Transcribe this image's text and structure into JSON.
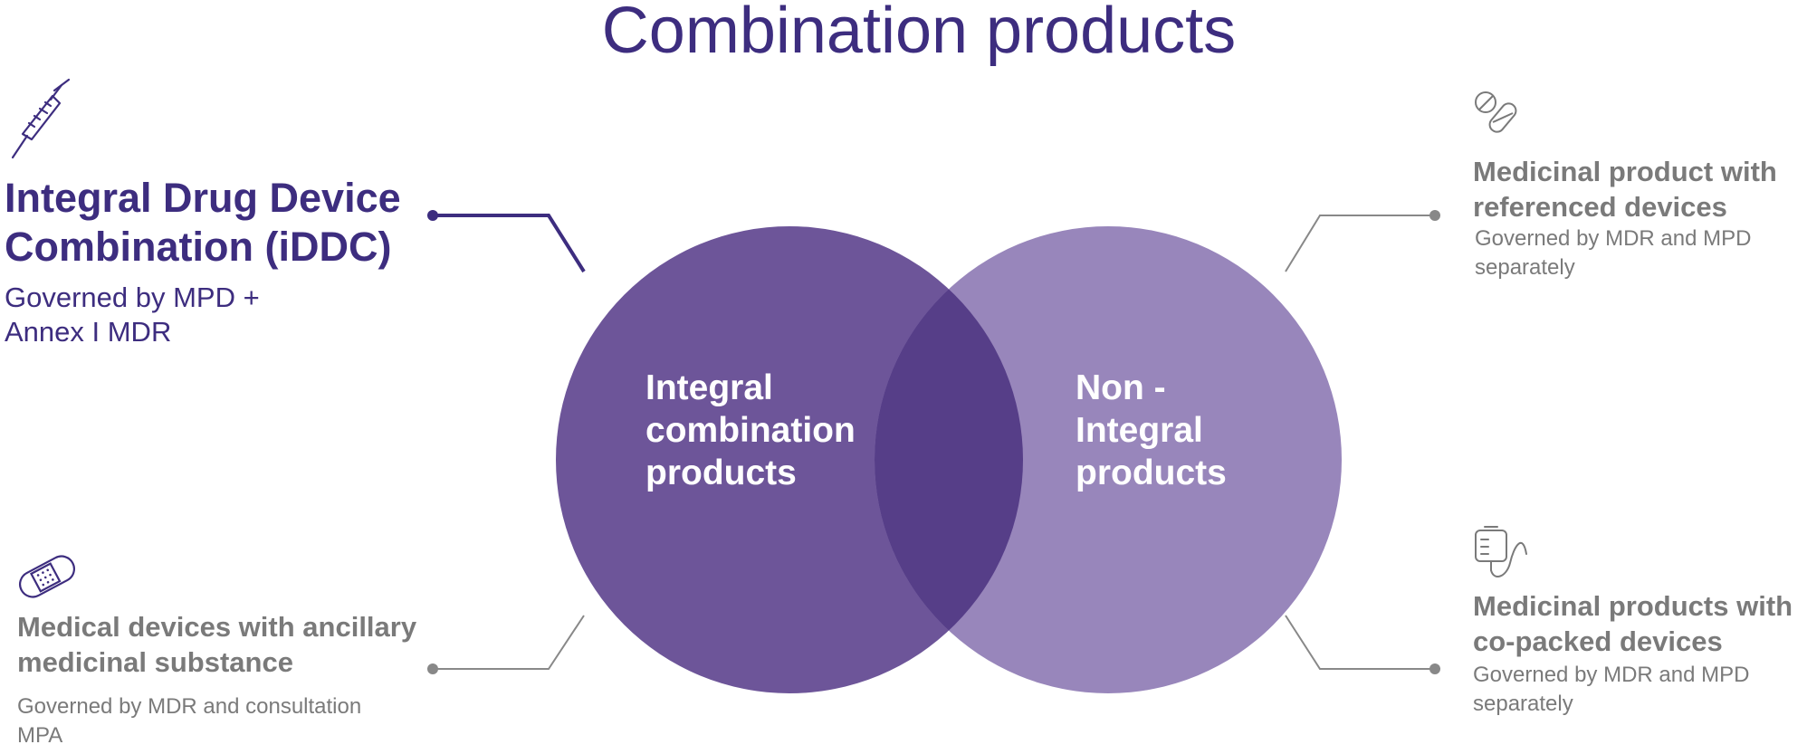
{
  "title": "Combination products",
  "colors": {
    "title": "#3d2d7f",
    "left_circle": "#6d5599",
    "right_circle": "#9886bb",
    "overlap": "#563e88",
    "gray_text": "#7a7a7a"
  },
  "circles": {
    "left_label": [
      "Integral",
      "combination",
      "products"
    ],
    "right_label": [
      "Non -",
      "Integral",
      "products"
    ]
  },
  "callouts": {
    "iddc": {
      "icon": "syringe-icon",
      "heading": [
        "Integral Drug Device",
        "Combination (iDDC)"
      ],
      "sub": [
        "Governed by MPD +",
        "Annex I MDR"
      ]
    },
    "ancillary": {
      "icon": "bandage-icon",
      "heading": [
        "Medical devices with ancillary",
        "medicinal substance"
      ],
      "sub": [
        "Governed by MDR and consultation",
        "MPA"
      ]
    },
    "referenced": {
      "icon": "pills-icon",
      "heading": [
        "Medicinal product with",
        "referenced devices"
      ],
      "sub": [
        "Governed by MDR and MPD",
        "separately"
      ]
    },
    "copacked": {
      "icon": "iv-bag-icon",
      "heading": [
        "Medicinal products with",
        "co-packed devices"
      ],
      "sub": [
        "Governed by MDR and MPD",
        "separately"
      ]
    }
  }
}
